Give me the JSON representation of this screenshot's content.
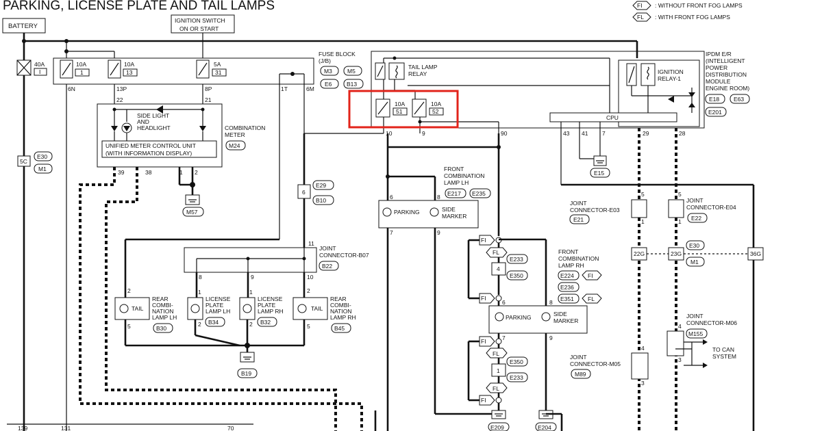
{
  "title": "PARKING, LICENSE PLATE AND TAIL LAMPS",
  "legend": {
    "fi_tag": "FI",
    "fi_text": ": WITHOUT FRONT FOG LAMPS",
    "fl_tag": "FL",
    "fl_text": ": WITH FRONT FOG LAMPS"
  },
  "battery": "BATTERY",
  "ignition": [
    "IGNITION SWITCH",
    "ON OR START"
  ],
  "fuse_block": {
    "label": [
      "FUSE BLOCK",
      "(J/B)"
    ],
    "connectors": [
      "M3",
      "M5",
      "E6",
      "B13"
    ],
    "fuses": [
      {
        "amps": "40A",
        "num": "I"
      },
      {
        "amps": "10A",
        "num": "1"
      },
      {
        "amps": "10A",
        "num": "13"
      },
      {
        "amps": "5A",
        "num": "31"
      }
    ],
    "pins": [
      "6N",
      "13P",
      "8P",
      "1T",
      "6M"
    ]
  },
  "combination_meter": {
    "label": [
      "COMBINATION",
      "METER"
    ],
    "connector": "M24",
    "indicator": [
      "SIDE LIGHT",
      "AND",
      "HEADLIGHT"
    ],
    "unit": [
      "UNIFIED METER CONTROL UNIT",
      "(WITH INFORMATION DISPLAY)"
    ],
    "pins_top": [
      "22",
      "21"
    ],
    "pins_bottom": [
      "39",
      "38",
      "1",
      "2"
    ],
    "ground": "M57"
  },
  "ipdm": {
    "label": [
      "IPDM E/R",
      "(INTELLIGENT",
      "POWER",
      "DISTRIBUTION",
      "MODULE",
      "ENGINE ROOM)"
    ],
    "connectors": [
      "E18",
      "E63",
      "E201"
    ],
    "tail_relay": [
      "TAIL LAMP",
      "RELAY"
    ],
    "ign_relay": [
      "IGNITION",
      "RELAY-1"
    ],
    "fuses": [
      {
        "amps": "10A",
        "num": "51"
      },
      {
        "amps": "10A",
        "num": "52"
      }
    ],
    "cpu": "CPU",
    "pins": [
      "10",
      "9",
      "90",
      "43",
      "41",
      "7",
      "29",
      "28"
    ],
    "ground": "E15"
  },
  "c5c": {
    "num": "5C",
    "connectors": [
      "E30",
      "M1"
    ]
  },
  "c6": {
    "num": "6",
    "connectors": [
      "E29",
      "B10"
    ]
  },
  "joint_b07": {
    "label": [
      "JOINT",
      "CONNECTOR-B07"
    ],
    "connector": "B22",
    "pins": [
      "11",
      "8",
      "9",
      "10"
    ]
  },
  "rear_lamps": [
    {
      "label": [
        "REAR",
        "COMBI-",
        "NATION",
        "LAMP LH"
      ],
      "lamp": "TAIL",
      "connector": "B30",
      "pins": [
        "2",
        "5"
      ]
    },
    {
      "label": [
        "LICENSE",
        "PLATE",
        "LAMP LH"
      ],
      "connector": "B34",
      "pins": [
        "1",
        "2"
      ]
    },
    {
      "label": [
        "LICENSE",
        "PLATE",
        "LAMP RH"
      ],
      "connector": "B32",
      "pins": [
        "1",
        "2"
      ]
    },
    {
      "label": [
        "REAR",
        "COMBI-",
        "NATION",
        "LAMP RH"
      ],
      "lamp": "TAIL",
      "connector": "B45",
      "pins": [
        "2",
        "5"
      ]
    }
  ],
  "rear_ground": "B19",
  "front_lh": {
    "label": [
      "FRONT",
      "COMBINATION",
      "LAMP LH"
    ],
    "connectors": [
      "E217",
      "E235"
    ],
    "parking": "PARKING",
    "side": [
      "SIDE",
      "MARKER"
    ],
    "pins": [
      "6",
      "8",
      "7",
      "9"
    ]
  },
  "front_rh": {
    "label": [
      "FRONT",
      "COMBINATION",
      "LAMP RH"
    ],
    "connectors": [
      "E224",
      "E236",
      "E351"
    ],
    "tags": [
      "FI",
      "FL"
    ],
    "parking": "PARKING",
    "side": [
      "SIDE",
      "MARKER"
    ],
    "pins": [
      "6",
      "8",
      "7",
      "9"
    ]
  },
  "switch_upper": {
    "tags": [
      "FI",
      "FL",
      "FI"
    ],
    "num": "4",
    "connectors": [
      "E233",
      "E350"
    ]
  },
  "switch_lower": {
    "tags": [
      "FI",
      "FL",
      "FL",
      "FI"
    ],
    "num": "1",
    "connectors": [
      "E350",
      "E233"
    ]
  },
  "front_grounds": [
    "E209",
    "E204"
  ],
  "joint_e03": {
    "label": [
      "JOINT",
      "CONNECTOR-E03"
    ],
    "connector": "E21",
    "pins": [
      "5",
      "1"
    ]
  },
  "joint_e04": {
    "label": [
      "JOINT",
      "CONNECTOR-E04"
    ],
    "connector": "E22",
    "pins": [
      "5",
      "1"
    ]
  },
  "can_connectors": {
    "c22g": "22G",
    "c23g": "23G",
    "c36g": "36G",
    "labels": [
      "E30",
      "M1"
    ]
  },
  "joint_m06": {
    "label": [
      "JOINT",
      "CONNECTOR-M06"
    ],
    "connector": "M155",
    "pins": [
      "4",
      "3"
    ]
  },
  "joint_m05": {
    "label": [
      "JOINT",
      "CONNECTOR-M05"
    ],
    "connector": "M89",
    "pins": [
      "4",
      "3"
    ]
  },
  "can": [
    "TO CAN",
    "SYSTEM"
  ],
  "bottom_pins": [
    "139",
    "131",
    "70"
  ]
}
